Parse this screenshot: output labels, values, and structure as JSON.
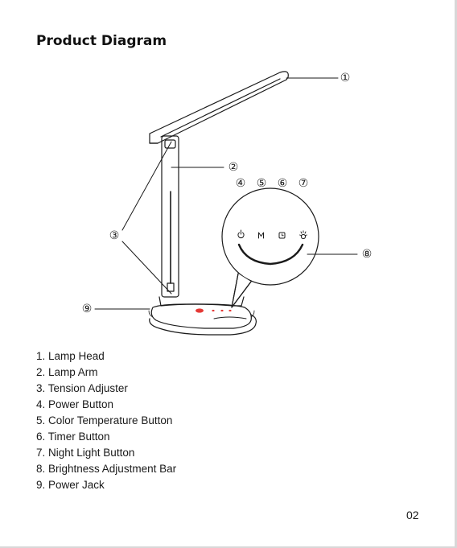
{
  "page": {
    "title": "Product Diagram",
    "page_number": "02"
  },
  "callouts": {
    "c1": "①",
    "c2": "②",
    "c3": "③",
    "c4": "④",
    "c5": "⑤",
    "c6": "⑥",
    "c7": "⑦",
    "c8": "⑧",
    "c9": "⑨"
  },
  "parts": [
    "1. Lamp Head",
    "2. Lamp Arm",
    "3. Tension Adjuster",
    "4. Power Button",
    "5. Color Temperature Button",
    "6. Timer Button",
    "7. Night Light Button",
    "8. Brightness Adjustment Bar",
    "9. Power Jack"
  ],
  "panel_buttons": {
    "power": "power-icon",
    "color_temperature": "M",
    "timer": "timer-icon",
    "night_light": "night-light-icon"
  },
  "colors": {
    "line": "#1a1a1a",
    "base_indicator": "#e53935"
  }
}
